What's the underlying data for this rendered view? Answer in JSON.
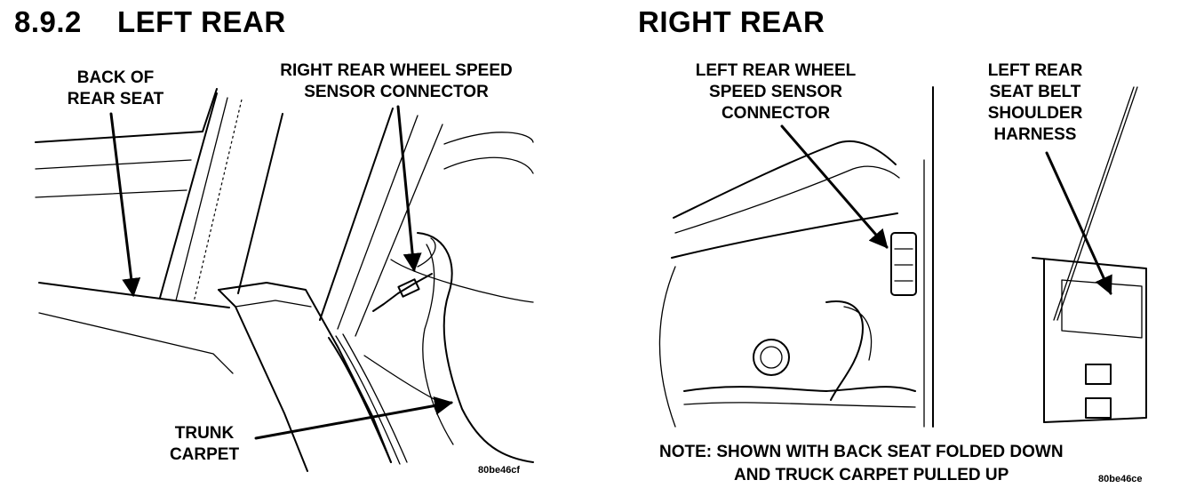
{
  "left_panel": {
    "section_number": "8.9.2",
    "title": "LEFT REAR",
    "callouts": {
      "back_of_seat": [
        "BACK OF",
        "REAR SEAT"
      ],
      "wheel_speed_connector": [
        "RIGHT REAR WHEEL SPEED",
        "SENSOR CONNECTOR"
      ],
      "trunk_carpet": [
        "TRUNK",
        "CARPET"
      ]
    },
    "figure_code": "80be46cf"
  },
  "right_panel": {
    "title": "RIGHT REAR",
    "callouts": {
      "wheel_speed_connector": [
        "LEFT REAR WHEEL",
        "SPEED SENSOR",
        "CONNECTOR"
      ],
      "seat_belt": [
        "LEFT REAR",
        "SEAT BELT",
        "SHOULDER",
        "HARNESS"
      ]
    },
    "note": [
      "NOTE:  SHOWN WITH BACK SEAT FOLDED DOWN",
      "AND TRUCK CARPET PULLED UP"
    ],
    "figure_code": "80be46ce"
  }
}
